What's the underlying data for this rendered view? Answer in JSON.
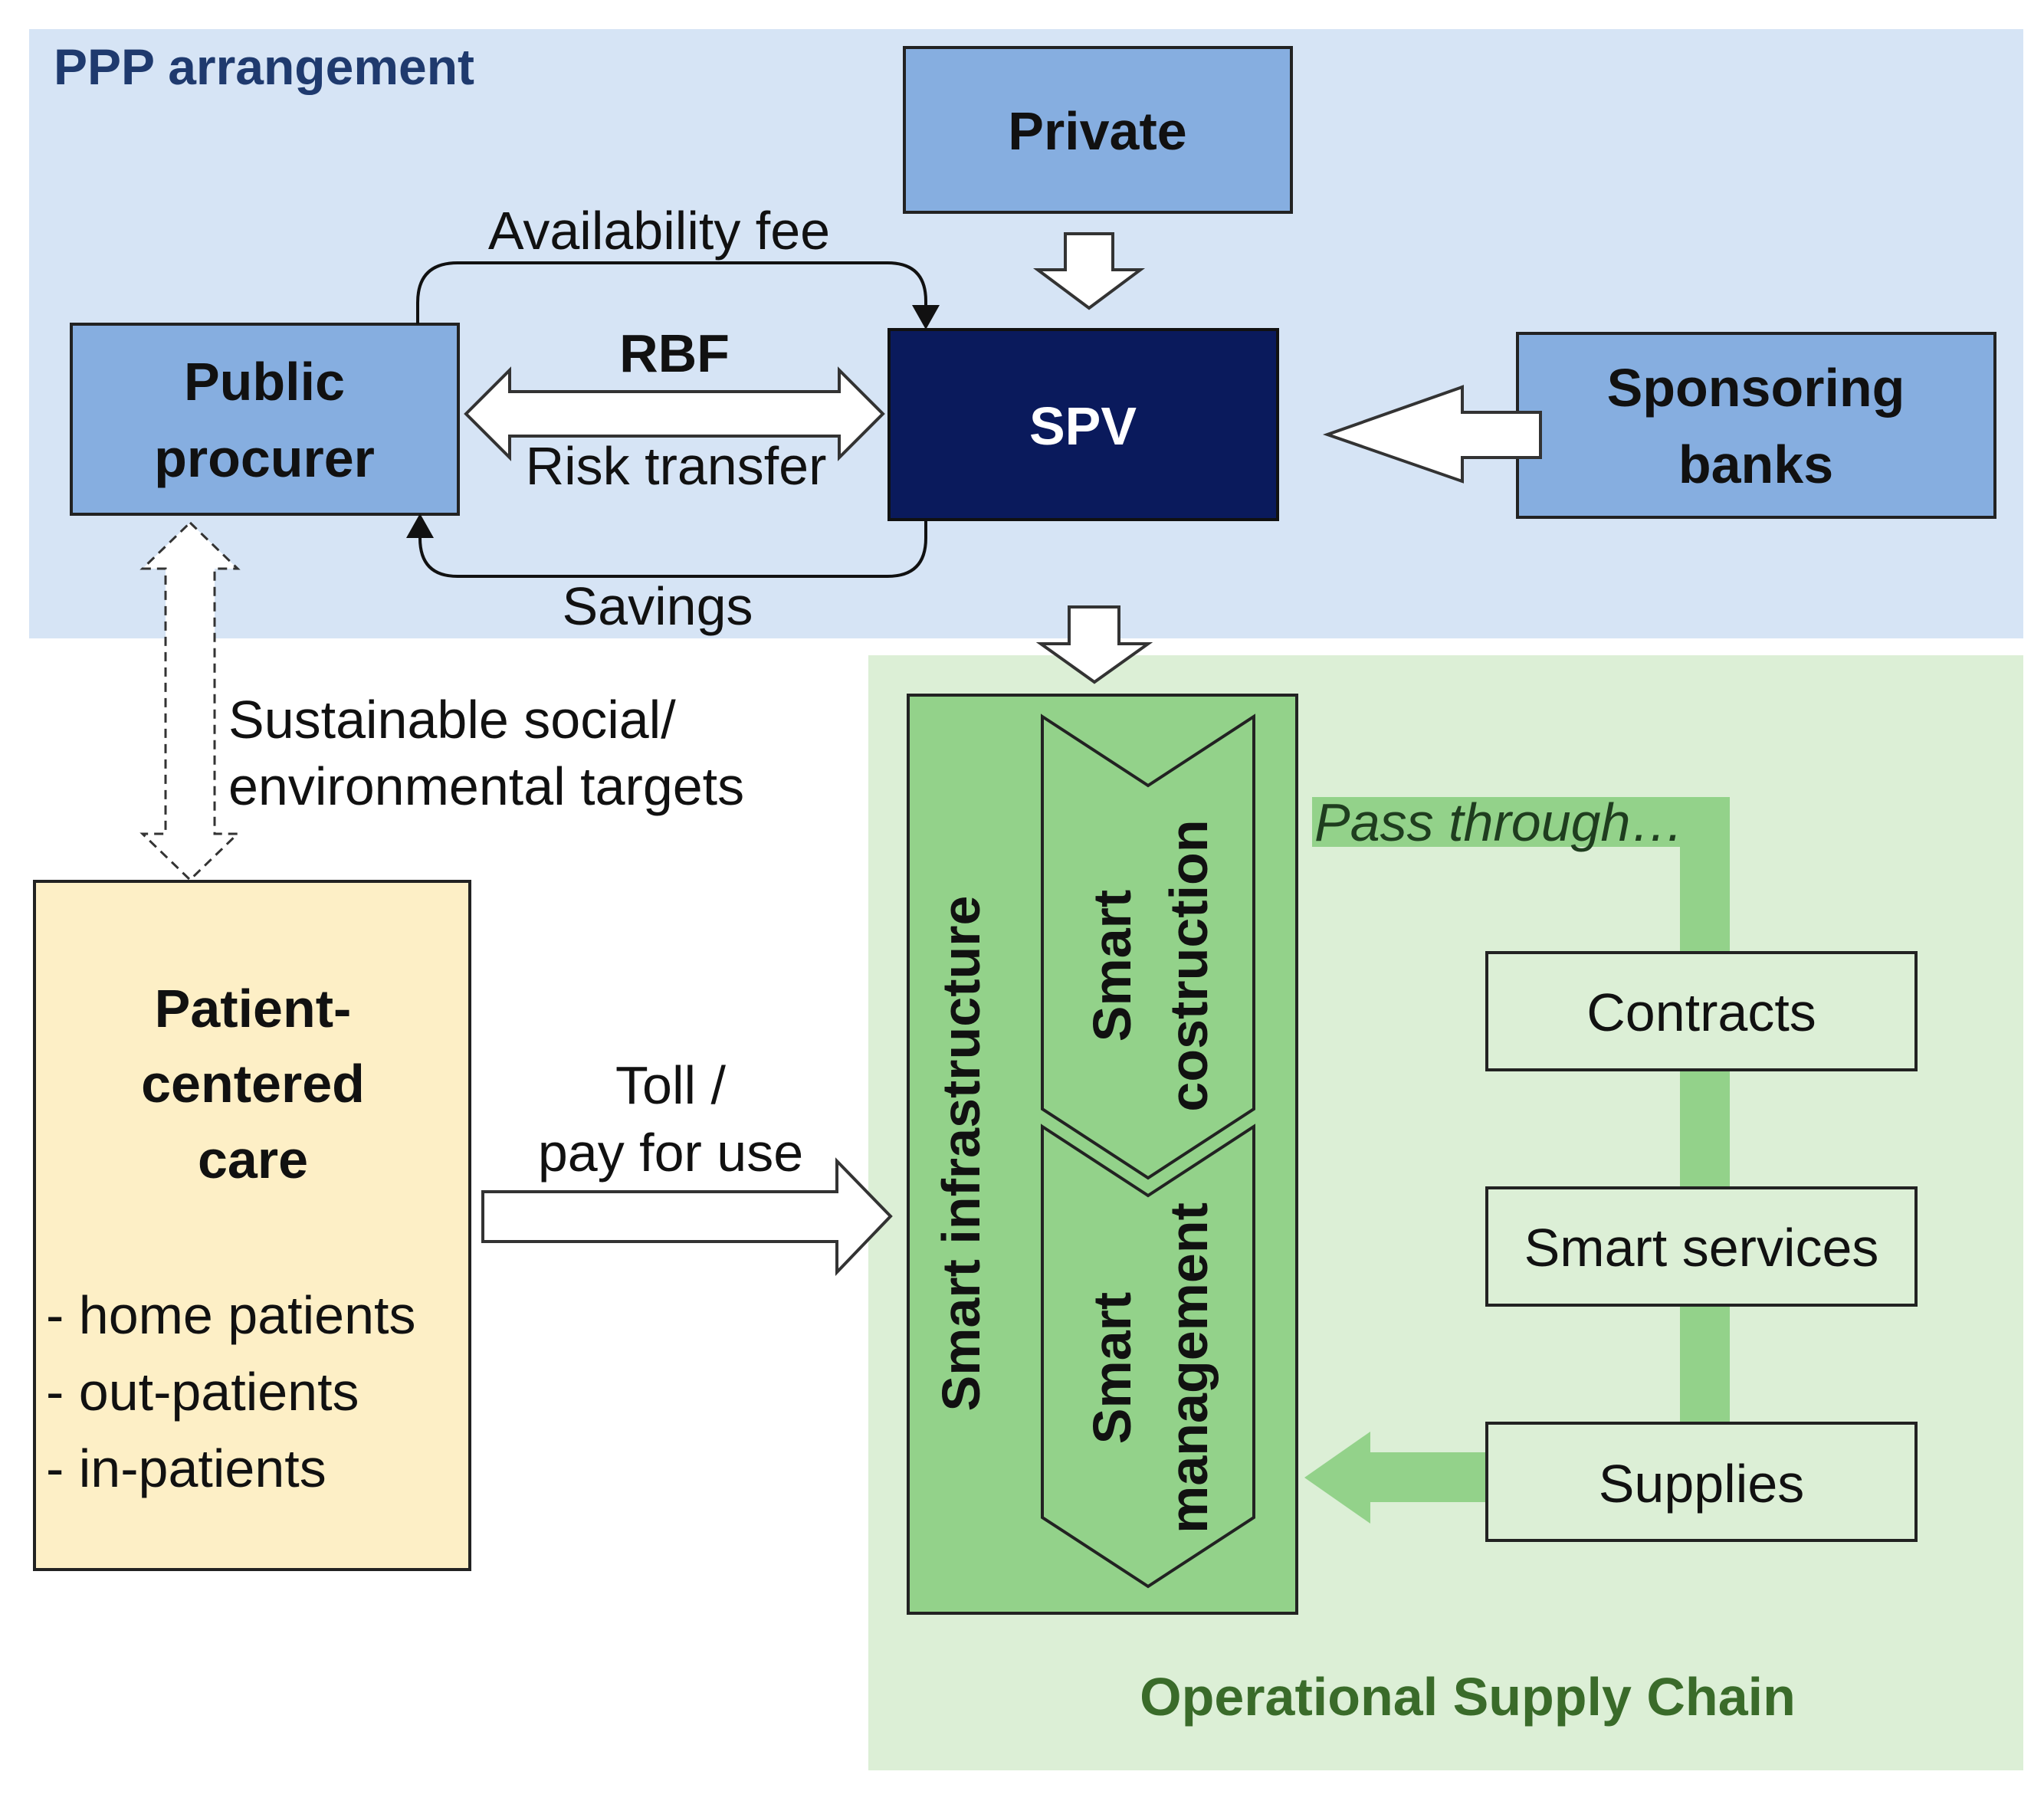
{
  "ppp": {
    "title": "PPP arrangement",
    "private": "Private",
    "public_procurer": [
      "Public",
      "procurer"
    ],
    "spv": "SPV",
    "sponsoring_banks": [
      "Sponsoring",
      "banks"
    ],
    "availability_fee": "Availability fee",
    "rbf": "RBF",
    "risk_transfer": "Risk transfer",
    "savings": "Savings"
  },
  "targets": [
    "Sustainable social/",
    "environmental targets"
  ],
  "patient_care": {
    "title": [
      "Patient-",
      "centered",
      "care"
    ],
    "items": [
      "- home patients",
      "- out-patients",
      "- in-patients"
    ]
  },
  "toll": [
    "Toll /",
    "pay for use"
  ],
  "supply_chain": {
    "title": "Operational Supply Chain",
    "smart_infrastructure": "Smart infrastructure",
    "smart_construction": [
      "Smart",
      "costruction"
    ],
    "smart_management": [
      "Smart",
      "management"
    ],
    "pass_through": "Pass through…",
    "contracts": "Contracts",
    "smart_services": "Smart services",
    "supplies": "Supplies"
  },
  "colors": {
    "ppp_bg": "#d6e4f5",
    "box_blue": "#86aee0",
    "spv_navy": "#0a1a5c",
    "supply_bg": "#dcefd6",
    "green": "#93d28a",
    "patient_bg": "#fdefc6"
  }
}
